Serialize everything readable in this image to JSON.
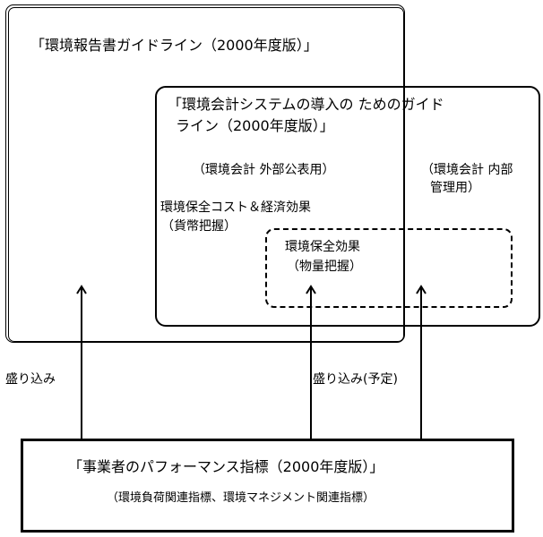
{
  "report_guideline": {
    "title": "「環境報告書ガイドライン（2000年度版）」"
  },
  "accounting_guideline": {
    "title_line1": "「環境会計システムの導入の ためのガイド",
    "title_line2": "ライン（2000年度版）」",
    "external_label": "（環境会計 外部公表用）",
    "internal_label_line1": "（環境会計 内部",
    "internal_label_line2": "管理用）",
    "cost_label_line1": "環境保全コスト＆経済効果",
    "cost_label_line2": "（貨幣把握）"
  },
  "effect_box": {
    "label_line1": "環境保全効果",
    "label_line2": "（物量把握）"
  },
  "performance_indicators": {
    "title": "「事業者のパフォーマンス指標（2000年度版）」",
    "subtitle": "（環境負荷関連指標、環境マネジメント関連指標）"
  },
  "arrow_labels": {
    "left": "盛り込み",
    "middle": "盛り込み(予定)"
  }
}
